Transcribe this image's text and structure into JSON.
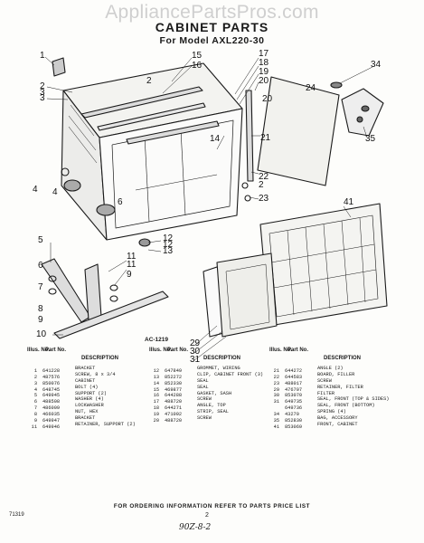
{
  "watermark": "AppliancePartsPros.com",
  "title": "CABINET PARTS",
  "subtitle": "For Model AXL220-30",
  "figure_code": "AC-1219",
  "callouts": [
    "1",
    "2",
    "3",
    "4",
    "5",
    "6",
    "7",
    "8",
    "9",
    "10",
    "11",
    "12",
    "13",
    "14",
    "15",
    "16",
    "17",
    "18",
    "19",
    "20",
    "21",
    "22",
    "23",
    "24",
    "29",
    "30",
    "31",
    "34",
    "35",
    "41",
    "2",
    "2",
    "3",
    "4",
    "6",
    "9",
    "11",
    "12",
    "20"
  ],
  "column_headers": {
    "illus_no": "Illus. No.",
    "part_no": "Part No.",
    "description": "DESCRIPTION"
  },
  "parts": [
    [
      {
        "no": "1",
        "part": "641228",
        "desc": "BRACKET"
      },
      {
        "no": "2",
        "part": "487576",
        "desc": "SCREW, 8 x 3/4"
      },
      {
        "no": "3",
        "part": "850076",
        "desc": "CABINET"
      },
      {
        "no": "4",
        "part": "648745",
        "desc": "BOLT (4)"
      },
      {
        "no": "5",
        "part": "649945",
        "desc": "SUPPORT (2)"
      },
      {
        "no": "6",
        "part": "488508",
        "desc": "WASHER (4)"
      },
      {
        "no": "7",
        "part": "486009",
        "desc": "LOCKWASHER"
      },
      {
        "no": "8",
        "part": "466035",
        "desc": "NUT, HEX"
      },
      {
        "no": "9",
        "part": "649947",
        "desc": "BRACKET"
      },
      {
        "no": "11",
        "part": "649946",
        "desc": "RETAINER, SUPPORT (2)"
      }
    ],
    [
      {
        "no": "12",
        "part": "647849",
        "desc": "GROMMET, WIRING"
      },
      {
        "no": "13",
        "part": "852272",
        "desc": "CLIP, CABINET FRONT (3)"
      },
      {
        "no": "14",
        "part": "852330",
        "desc": "SEAL"
      },
      {
        "no": "15",
        "part": "469877",
        "desc": "SEAL"
      },
      {
        "no": "16",
        "part": "644288",
        "desc": "GASKET, SASH"
      },
      {
        "no": "17",
        "part": "488720",
        "desc": "SCREW"
      },
      {
        "no": "18",
        "part": "644271",
        "desc": "ANGLE, TOP"
      },
      {
        "no": "19",
        "part": "471092",
        "desc": "STRIP, SEAL"
      },
      {
        "no": "20",
        "part": "488720",
        "desc": "SCREW"
      }
    ],
    [
      {
        "no": "21",
        "part": "644272",
        "desc": "ANGLE (2)"
      },
      {
        "no": "22",
        "part": "644583",
        "desc": "BOARD, FILLER"
      },
      {
        "no": "23",
        "part": "488017",
        "desc": "SCREW"
      },
      {
        "no": "29",
        "part": "476707",
        "desc": "RETAINER, FILTER"
      },
      {
        "no": "30",
        "part": "853070",
        "desc": "FILTER"
      },
      {
        "no": "31",
        "part": "649735",
        "desc": "SEAL, FRONT (TOP & SIDES)"
      },
      {
        "no": "",
        "part": "649736",
        "desc": "SEAL, FRONT (BOTTOM)"
      },
      {
        "no": "34",
        "part": "43270",
        "desc": "SPRING (4)"
      },
      {
        "no": "35",
        "part": "852830",
        "desc": "BAG, ACCESSORY"
      },
      {
        "no": "41",
        "part": "853069",
        "desc": "FRONT, CABINET"
      }
    ]
  ],
  "footer": "FOR ORDERING INFORMATION REFER TO PARTS PRICE LIST",
  "page_number": "2",
  "doc_number": "71319",
  "handwritten_note": "90Z-8-2"
}
